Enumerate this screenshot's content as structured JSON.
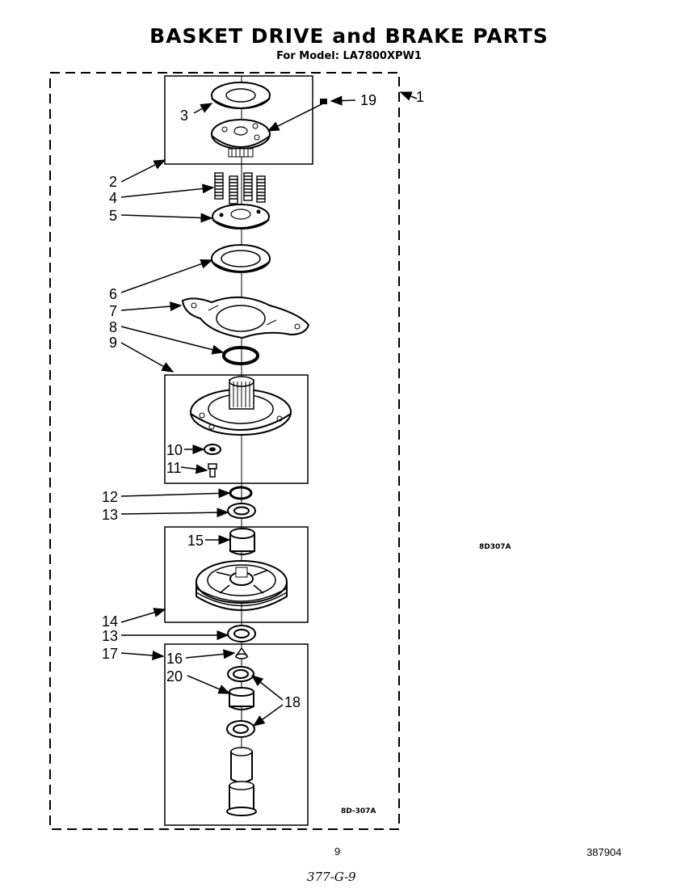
{
  "header": {
    "title": "BASKET DRIVE and BRAKE PARTS",
    "subtitle": "For Model: LA7800XPW1"
  },
  "callouts": {
    "c1": "1",
    "c2": "2",
    "c3": "3",
    "c4": "4",
    "c5": "5",
    "c6": "6",
    "c7": "7",
    "c8": "8",
    "c9": "9",
    "c10": "10",
    "c11": "11",
    "c12": "12",
    "c13a": "13",
    "c13b": "13",
    "c14": "14",
    "c15": "15",
    "c16": "16",
    "c17": "17",
    "c18": "18",
    "c19": "19",
    "c20": "20"
  },
  "codes": {
    "side": "8D307A",
    "inner": "8D-307A"
  },
  "footer": {
    "page_number": "9",
    "doc_number": "387904",
    "handwritten": "377-G-9"
  }
}
